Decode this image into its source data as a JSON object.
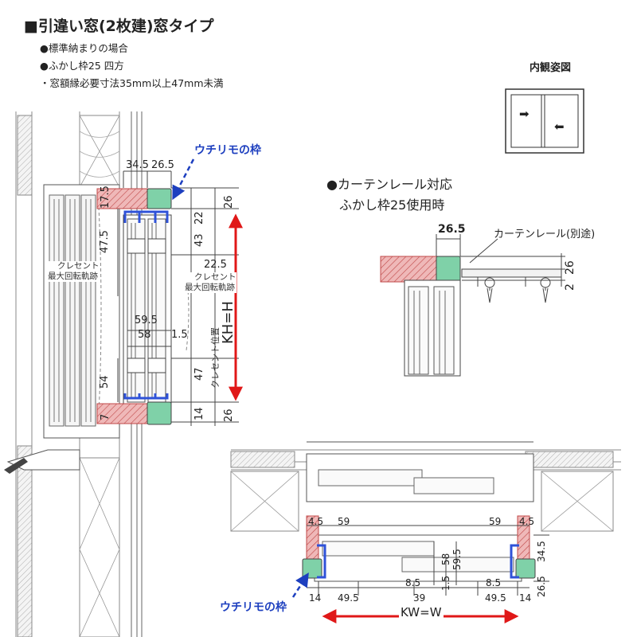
{
  "header": {
    "title": "■引違い窓(2枚建)窓タイプ",
    "bullet1": "●標準納まりの場合",
    "bullet2": "●ふかし枠25 四方",
    "bullet3": "・窓額縁必要寸法35mm以上47mm未満"
  },
  "inner_view": {
    "label": "内観姿図",
    "arrow_left_panel": "➡",
    "arrow_right_panel": "⬅"
  },
  "curtain_section": {
    "title_line1": "●カーテンレール対応",
    "title_line2": "ふかし枠25使用時",
    "rail_label": "カーテンレール(別途)",
    "dim_top": "26.5",
    "dim_right_1": "26",
    "dim_right_2": "2"
  },
  "vertical_section": {
    "callout_label": "ウチリモの枠",
    "crescent_label_left_1": "クレセント",
    "crescent_label_left_2": "最大回転軌跡",
    "crescent_label_right_1": "クレセント",
    "crescent_label_right_2": "最大回転軌跡",
    "crescent_position": "クレセント位置",
    "height_label": "KH=H",
    "dims": {
      "d34_5": "34.5",
      "d26_5": "26.5",
      "d17_5": "17.5",
      "d26_top": "26",
      "d22": "22",
      "d47_5": "47.5",
      "d43": "43",
      "d22_5": "22.5",
      "d59_5": "59.5",
      "d58": "58",
      "d1_5": "1.5",
      "d54": "54",
      "d47": "47",
      "d7": "7",
      "d14": "14",
      "d26_bottom": "26"
    }
  },
  "horizontal_section": {
    "callout_label": "ウチリモの枠",
    "width_label": "KW=W",
    "dims": {
      "d4_5_left": "4.5",
      "d59_left": "59",
      "d59_right": "59",
      "d4_5_right": "4.5",
      "d14_left": "14",
      "d49_5_left": "49.5",
      "d39": "39",
      "d8_5_left": "8.5",
      "d58": "58",
      "d59_5": "59.5",
      "d1_5": "1.5",
      "d8_5_right": "8.5",
      "d49_5_right": "49.5",
      "d14_right": "14",
      "d34_5": "34.5",
      "d26_5": "26.5"
    }
  },
  "colors": {
    "hatch_red": "#e8a3a3",
    "hatch_red_stroke": "#c04848",
    "green_frame": "#7fd1a8",
    "blue_bracket": "#2f52d8",
    "dim_red": "#e01818",
    "callout_blue": "#1d3fbf"
  }
}
